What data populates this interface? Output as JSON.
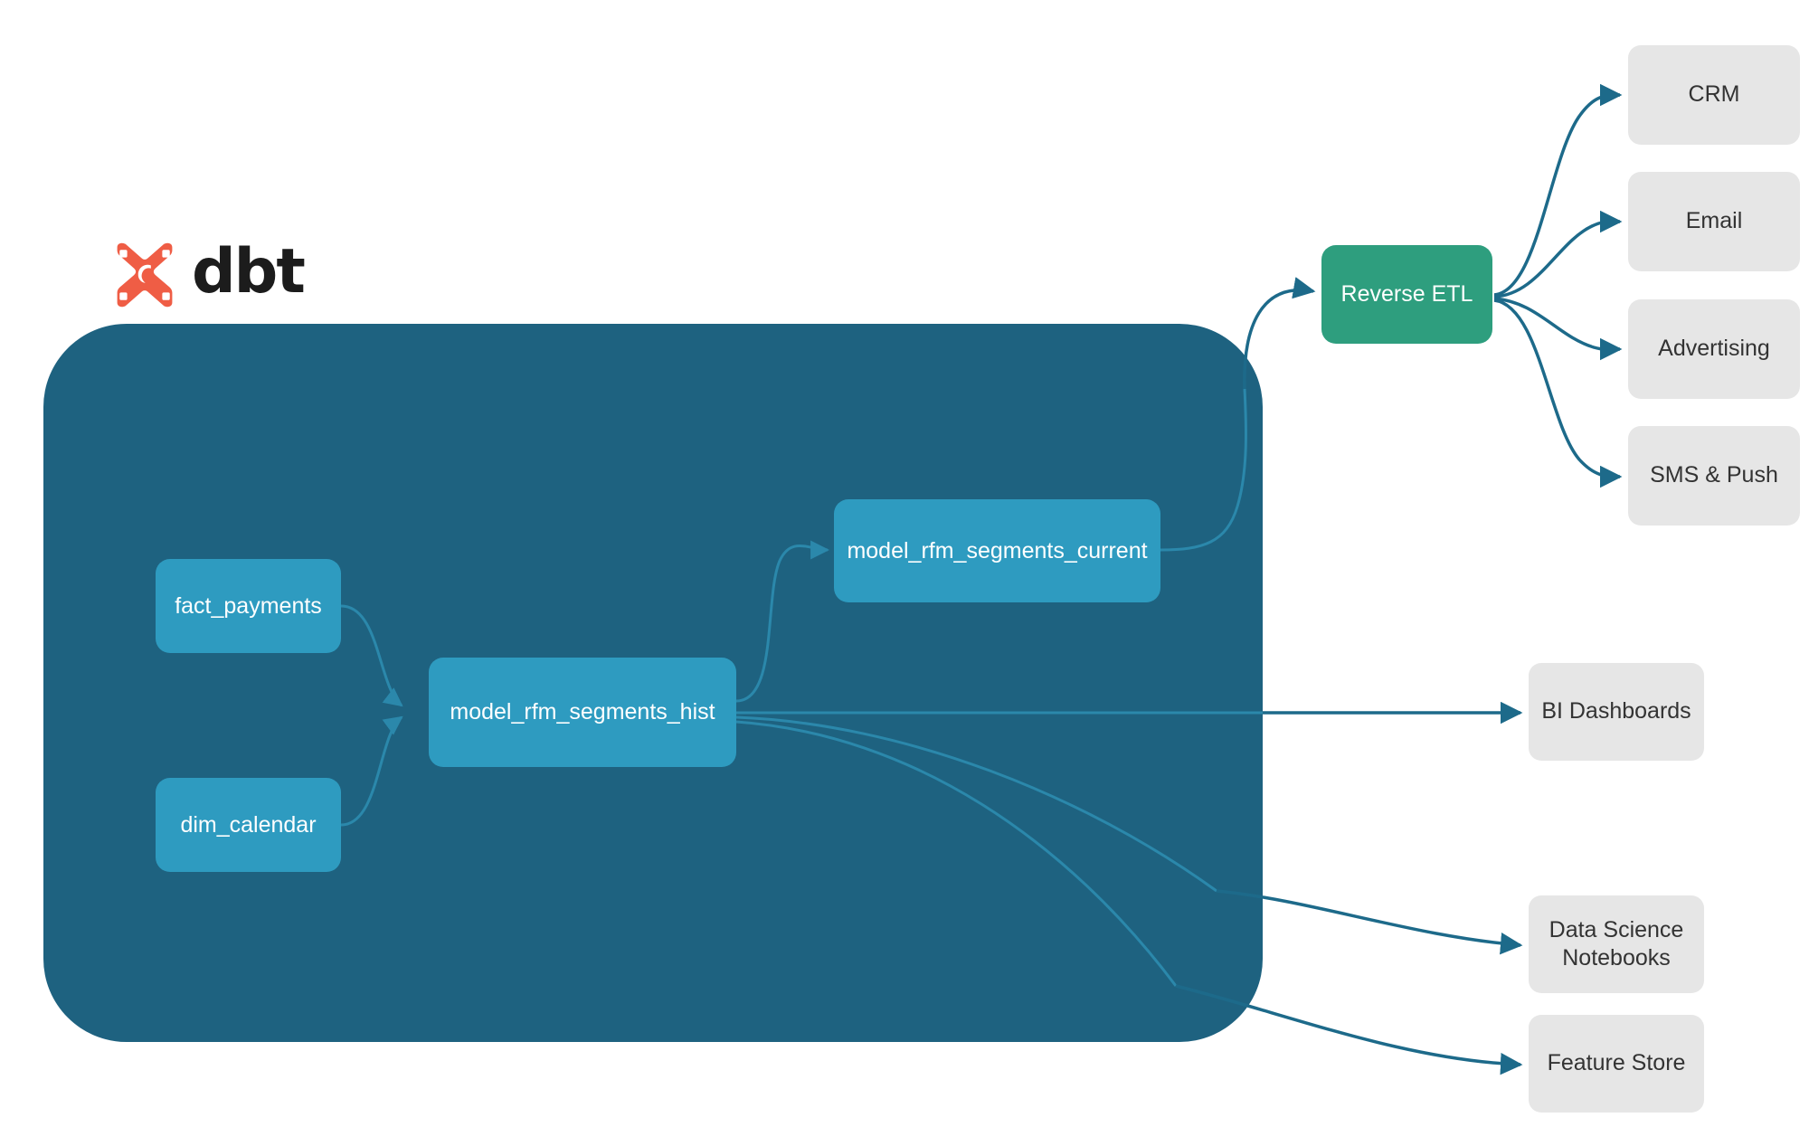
{
  "diagram": {
    "title": "dbt RFM segments lineage and activation flow",
    "background": "#ffffff"
  },
  "brand": {
    "logo_icon": "dbt-logo-icon",
    "wordmark": "dbt",
    "logo_color": "#ef5d45",
    "text_color": "#1c1c1c"
  },
  "colors": {
    "container": "#1e6280",
    "model_node": "#2e9bc0",
    "service_node": "#2e9e7e",
    "consumer_node": "#e6e6e6",
    "edge_outer": "#1d6a8a",
    "edge_inner": "#2b88ab",
    "node_text": "#ffffff",
    "consumer_text": "#333333"
  },
  "container": {
    "name": "dbt-project-container",
    "label": ""
  },
  "models": [
    {
      "id": "fact_payments",
      "label": "fact_payments"
    },
    {
      "id": "dim_calendar",
      "label": "dim_calendar"
    },
    {
      "id": "model_rfm_segments_hist",
      "label": "model_rfm_segments_hist"
    },
    {
      "id": "model_rfm_segments_current",
      "label": "model_rfm_segments_current"
    }
  ],
  "services": [
    {
      "id": "reverse_etl",
      "label": "Reverse ETL"
    }
  ],
  "activation_targets": [
    {
      "id": "crm",
      "label": "CRM"
    },
    {
      "id": "email",
      "label": "Email"
    },
    {
      "id": "advertising",
      "label": "Advertising"
    },
    {
      "id": "sms_push",
      "label": "SMS & Push"
    }
  ],
  "analytics_targets": [
    {
      "id": "bi_dashboards",
      "label": "BI Dashboards"
    },
    {
      "id": "ds_notebooks",
      "label": "Data Science\nNotebooks",
      "line1": "Data Science",
      "line2": "Notebooks"
    },
    {
      "id": "feature_store",
      "label": "Feature Store"
    }
  ],
  "edges": [
    {
      "from": "fact_payments",
      "to": "model_rfm_segments_hist",
      "arrow": true
    },
    {
      "from": "dim_calendar",
      "to": "model_rfm_segments_hist",
      "arrow": true
    },
    {
      "from": "model_rfm_segments_hist",
      "to": "model_rfm_segments_current",
      "arrow": true
    },
    {
      "from": "model_rfm_segments_current",
      "to": "reverse_etl",
      "arrow": true
    },
    {
      "from": "reverse_etl",
      "to": "crm",
      "arrow": true
    },
    {
      "from": "reverse_etl",
      "to": "email",
      "arrow": true
    },
    {
      "from": "reverse_etl",
      "to": "advertising",
      "arrow": true
    },
    {
      "from": "reverse_etl",
      "to": "sms_push",
      "arrow": true
    },
    {
      "from": "model_rfm_segments_hist",
      "to": "bi_dashboards",
      "arrow": true
    },
    {
      "from": "model_rfm_segments_hist",
      "to": "ds_notebooks",
      "arrow": true
    },
    {
      "from": "model_rfm_segments_hist",
      "to": "feature_store",
      "arrow": true
    }
  ]
}
